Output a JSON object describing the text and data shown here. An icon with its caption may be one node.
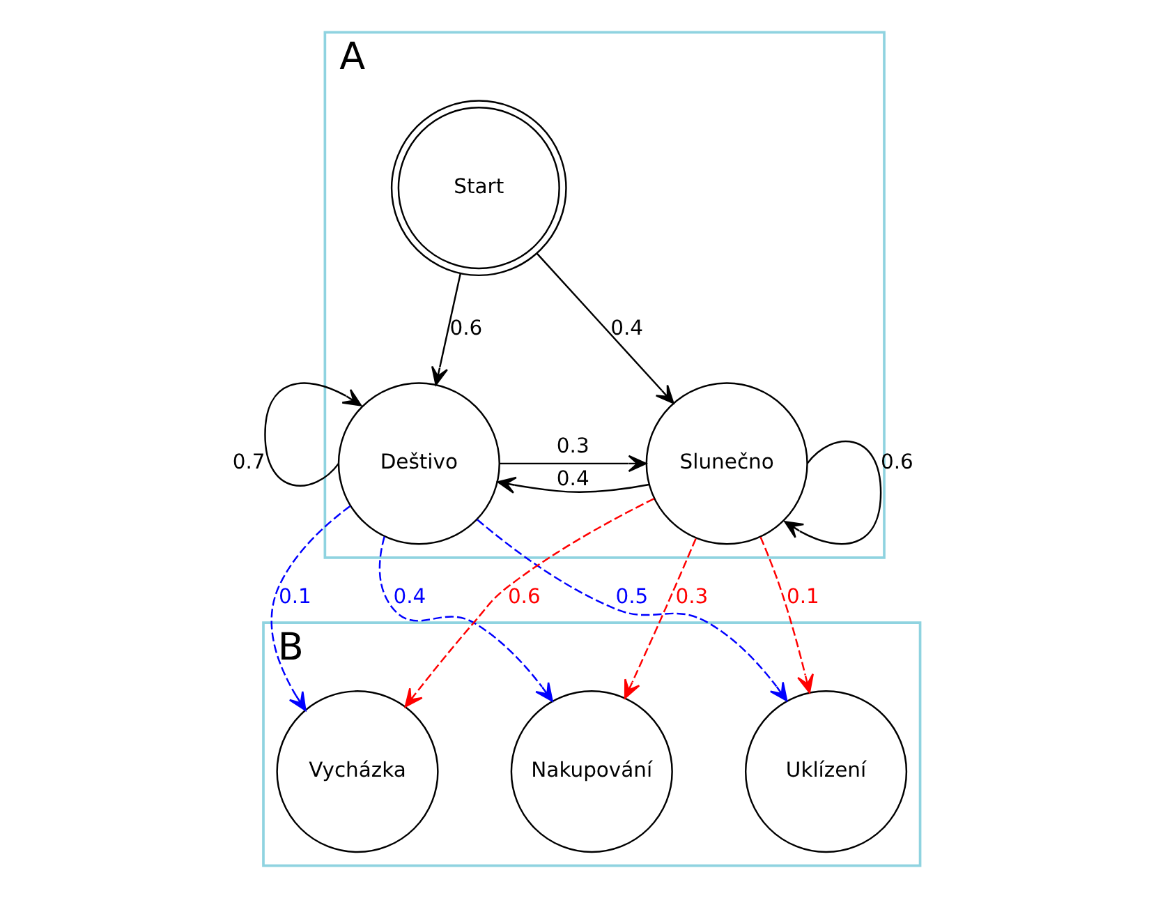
{
  "diagram": {
    "nodes": [
      {
        "text": [
          "A"
        ]
      },
      {
        "text": [
          "Start"
        ],
        "in": 0
      },
      {
        "text": [
          "Deštivo"
        ],
        "in": 0
      },
      {
        "text": [
          "Slunečno"
        ],
        "in": 0
      },
      {
        "text": [
          "B"
        ]
      },
      {
        "text": [
          "Vycházka"
        ],
        "in": 4
      },
      {
        "text": [
          "Nakupování"
        ],
        "in": 4
      },
      {
        "text": [
          "Uklízení"
        ],
        "in": 4
      }
    ],
    "edges": [
      {
        "from": 1,
        "to": 2,
        "arrow": "to",
        "label": "0.6"
      },
      {
        "from": 1,
        "to": 3,
        "arrow": "to",
        "label": "0.4"
      },
      {
        "from": 2,
        "to": 3,
        "arrow": "to",
        "label": "0.3"
      },
      {
        "from": 3,
        "to": 2,
        "arrow": "to",
        "label": "0.4"
      },
      {
        "from": 2,
        "to": 2,
        "arrow": "to",
        "label": "0.7"
      },
      {
        "from": 3,
        "to": 3,
        "arrow": "to",
        "label": "0.6"
      },
      {
        "from": 2,
        "to": 5,
        "arrow": "to",
        "label": "0.1",
        "style": "dashed",
        "color": "#0000ff"
      },
      {
        "from": 2,
        "to": 6,
        "arrow": "to",
        "label": "0.4",
        "style": "dashed",
        "color": "#0000ff"
      },
      {
        "from": 2,
        "to": 7,
        "arrow": "to",
        "label": "0.5",
        "style": "dashed",
        "color": "#0000ff"
      },
      {
        "from": 3,
        "to": 5,
        "arrow": "to",
        "label": "0.6",
        "style": "dashed",
        "color": "#ff0000"
      },
      {
        "from": 3,
        "to": 6,
        "arrow": "to",
        "label": "0.3",
        "style": "dashed",
        "color": "#ff0000"
      },
      {
        "from": 3,
        "to": 7,
        "arrow": "to",
        "label": "0.1",
        "style": "dashed",
        "color": "#ff0000"
      }
    ]
  }
}
